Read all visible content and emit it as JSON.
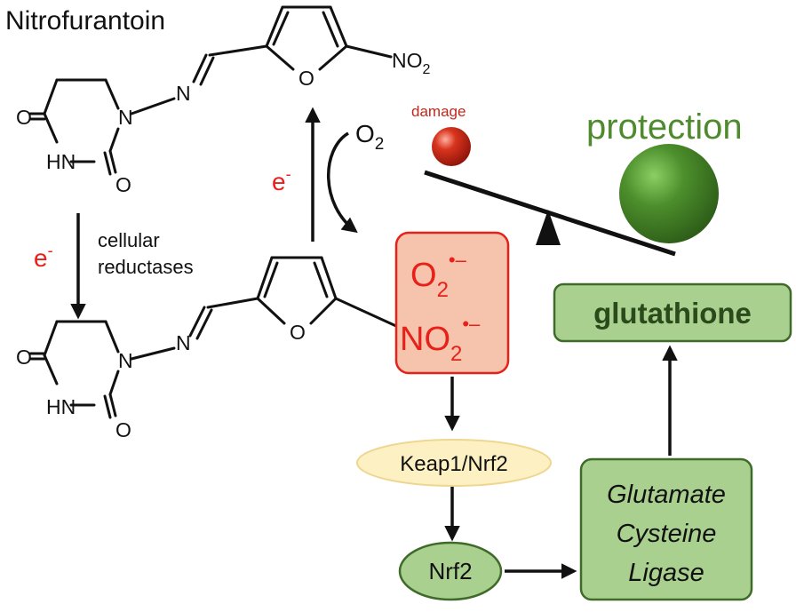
{
  "title": "Nitrofurantoin",
  "electron": "e",
  "electron_charge": "-",
  "oxygen": "O",
  "subscript_two": "2",
  "nitro_group": "NO",
  "reductase_label": [
    "cellular",
    "reductases"
  ],
  "damage_label": "damage",
  "protection_label": "protection",
  "radical_box": {
    "superoxide": "O",
    "nitro_radical": "NO",
    "radical_mark": "•–"
  },
  "atoms": {
    "o": "O",
    "n": "N",
    "hn": "HN"
  },
  "pathway": {
    "keap1": "Keap1/Nrf2",
    "nrf2": "Nrf2",
    "gcl": [
      "Glutamate",
      "Cysteine",
      "Ligase"
    ],
    "glutathione": "glutathione"
  },
  "colors": {
    "red": "#e8201a",
    "radical_fill": "#f6c4ad",
    "radical_stroke": "#e8201a",
    "green_text": "#4f8a2e",
    "green_fill": "#a9d08e",
    "green_stroke": "#3e6b2a",
    "keap_fill": "#fdf0c2",
    "keap_stroke": "#eed792"
  }
}
